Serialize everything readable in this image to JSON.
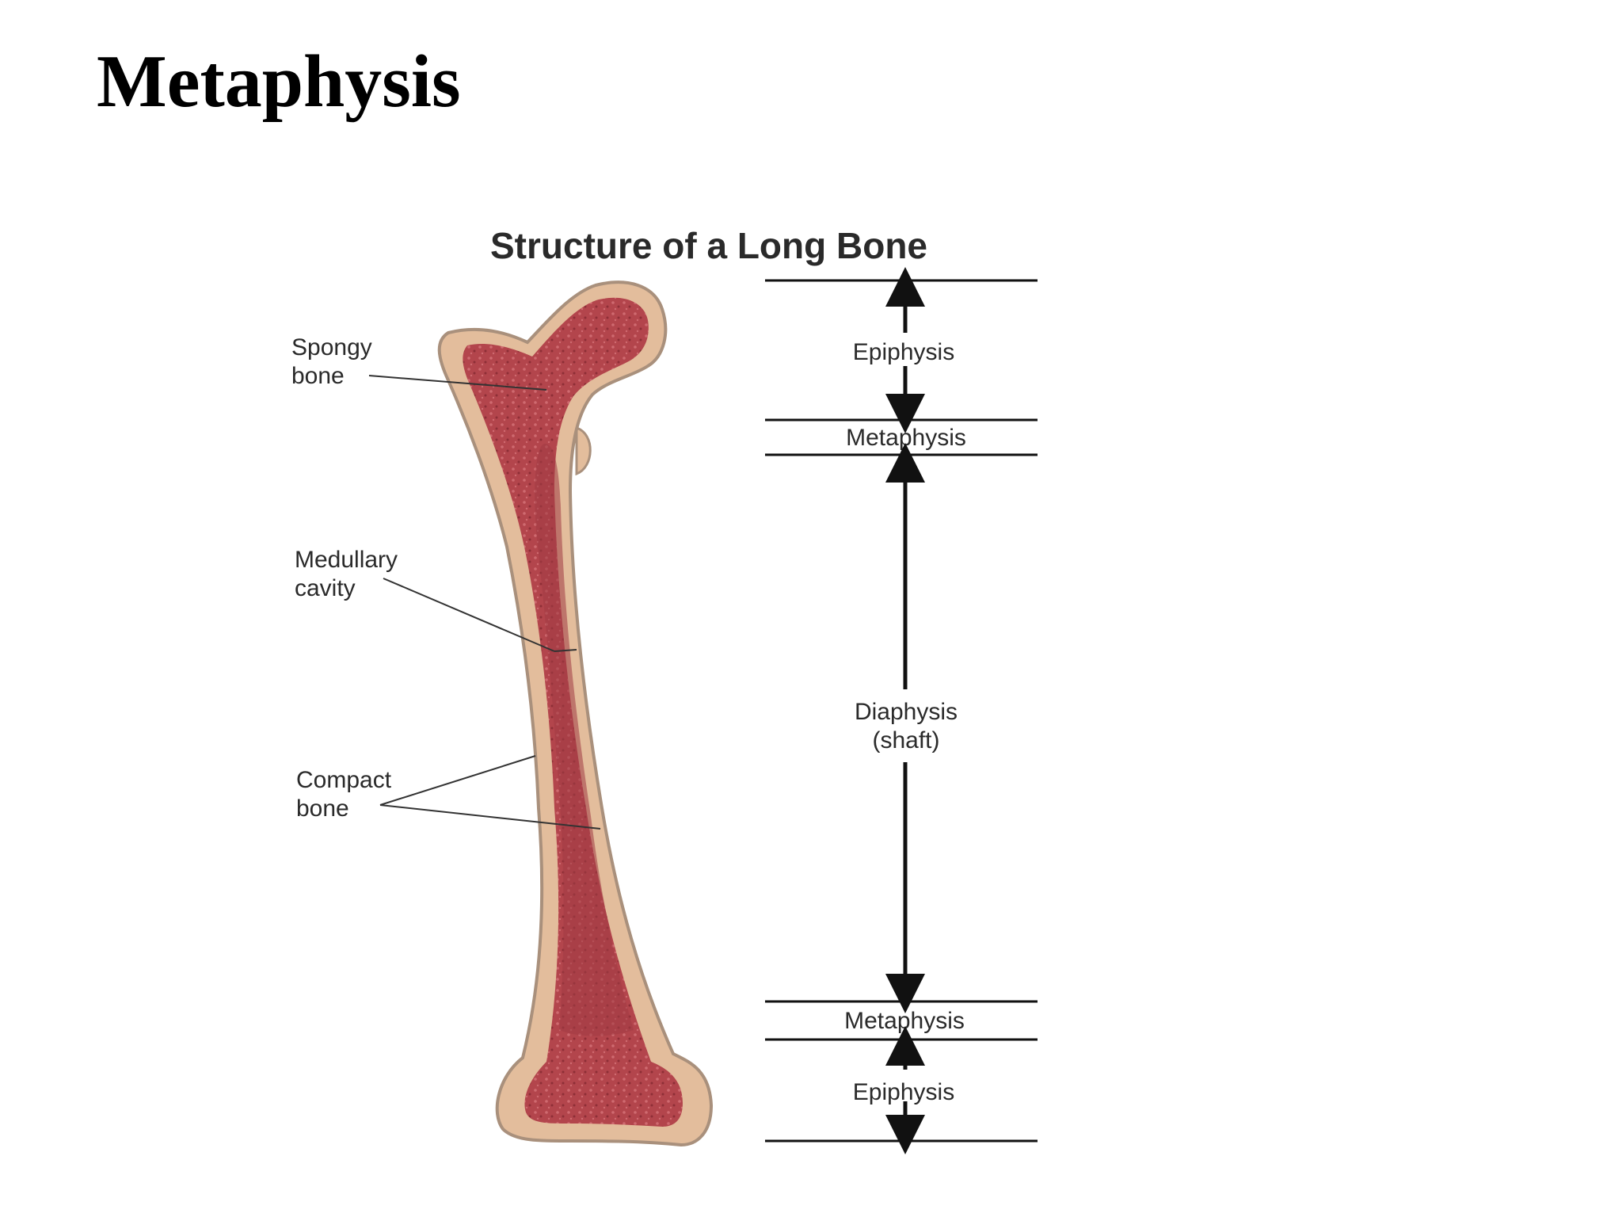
{
  "slide": {
    "title": "Metaphysis"
  },
  "figure": {
    "title": "Structure of a Long Bone",
    "left_labels": {
      "spongy_bone": [
        "Spongy",
        "bone"
      ],
      "medullary_cavity": [
        "Medullary",
        "cavity"
      ],
      "compact_bone": [
        "Compact",
        "bone"
      ]
    },
    "regions": {
      "top_epiphysis": "Epiphysis",
      "top_metaphysis": "Metaphysis",
      "diaphysis": [
        "Diaphysis",
        "(shaft)"
      ],
      "bottom_metaphysis": "Metaphysis",
      "bottom_epiphysis": "Epiphysis"
    },
    "colors": {
      "marrow": "#b3454c",
      "cortex": "#e3bd9c",
      "outline": "#a9907c",
      "leader_line": "#333333"
    }
  }
}
